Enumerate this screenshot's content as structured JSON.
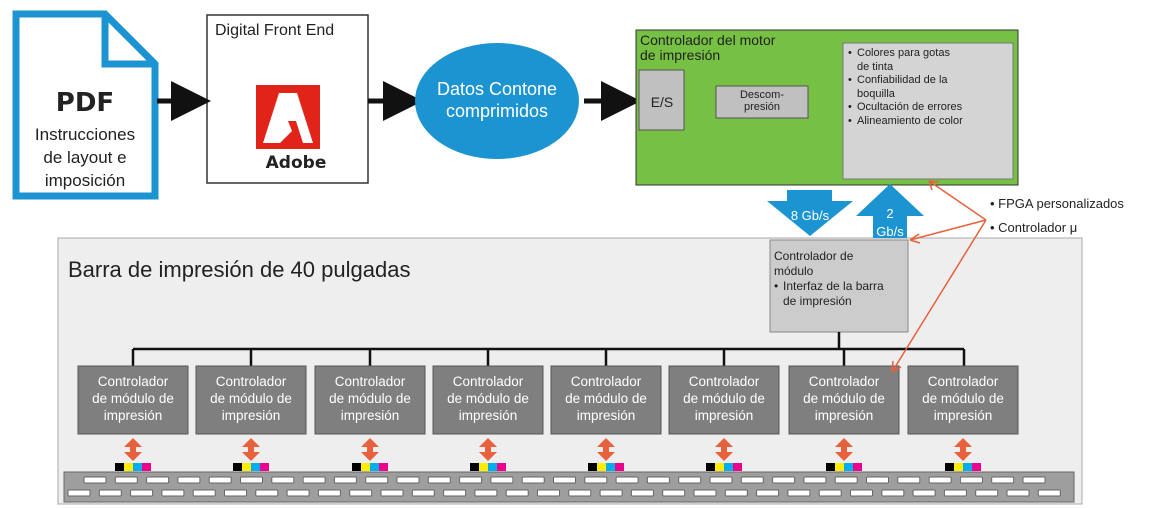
{
  "pdf": {
    "title": "PDF",
    "subtitle_lines": [
      "Instrucciones",
      "de layout e",
      "imposición"
    ]
  },
  "dfe": {
    "title": "Digital Front End",
    "logo_text": "Adobe",
    "logo_color": "#e2231a"
  },
  "contone": {
    "lines": [
      "Datos Contone",
      "comprimidos"
    ],
    "color": "#1c94d2"
  },
  "engine": {
    "title_lines": [
      "Controlador del motor",
      "de impresión"
    ],
    "io_label": "E/S",
    "decomp_lines": [
      "Descom-",
      "presión"
    ],
    "features": [
      "Colores para gotas",
      "de tinta",
      "Confiabilidad de la",
      "boquilla",
      "Ocultación de errores",
      "Alineamiento de color"
    ],
    "color": "#76c043"
  },
  "rates": {
    "down": "8 Gb/s",
    "up_lines": [
      "2",
      "Gb/s"
    ]
  },
  "annotation": {
    "items": [
      "FPGA personalizados",
      "Controlador μ"
    ],
    "arrow_color": "#e8603c"
  },
  "printbar": {
    "title": "Barra de impresión de 40 pulgadas"
  },
  "module_controller": {
    "lines": [
      "Controlador de",
      "módulo"
    ],
    "bullet_lines": [
      "Interfaz de la barra",
      "de impresión"
    ]
  },
  "print_modules": {
    "lines": [
      "Controlador",
      "de módulo de",
      "impresión"
    ],
    "count": 8,
    "colors": {
      "box": "#7f7f7f",
      "arrow": "#e8603c",
      "ink": [
        "#000000",
        "#ffed00",
        "#00aeef",
        "#ec008c"
      ]
    }
  }
}
